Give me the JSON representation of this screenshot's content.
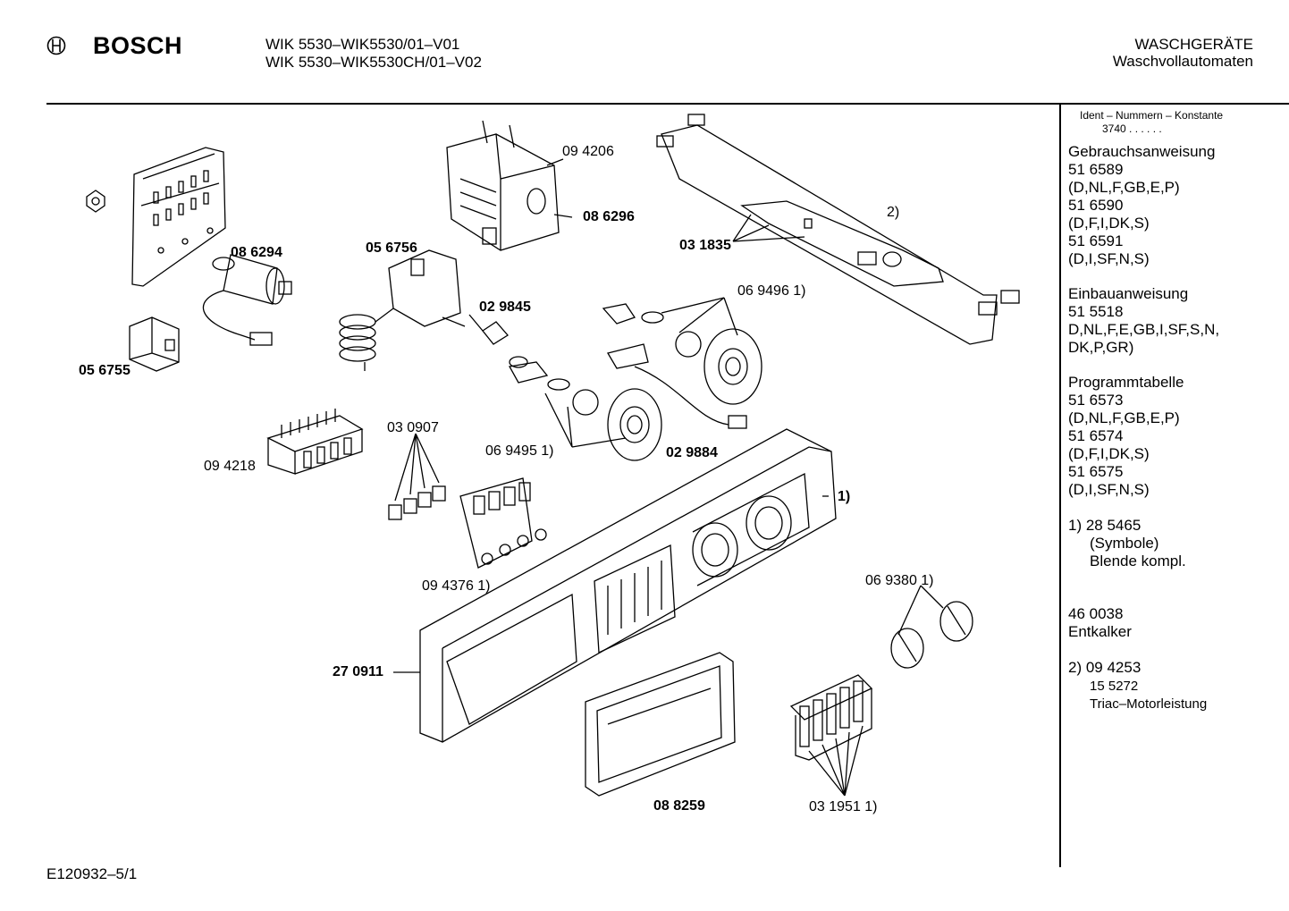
{
  "header": {
    "brand": "BOSCH",
    "model_line_1": "WIK 5530–WIK5530/01–V01",
    "model_line_2": "WIK 5530–WIK5530CH/01–V02",
    "category": "WASCHGERÄTE",
    "subcategory": "Waschvollautomaten"
  },
  "parts": [
    {
      "id": "08_6294",
      "text": "08 6294"
    },
    {
      "id": "05_6755",
      "text": "05 6755"
    },
    {
      "id": "05_6756",
      "text": "05 6756"
    },
    {
      "id": "09_4206",
      "text": "09 4206"
    },
    {
      "id": "08_6296",
      "text": "08 6296"
    },
    {
      "id": "03_1835",
      "text": "03 1835"
    },
    {
      "id": "note_2",
      "text": "2)"
    },
    {
      "id": "02_9845",
      "text": "02 9845"
    },
    {
      "id": "06_9496",
      "text": "06 9496 1)"
    },
    {
      "id": "03_0907",
      "text": "03 0907"
    },
    {
      "id": "09_4218",
      "text": "09 4218"
    },
    {
      "id": "06_9495",
      "text": "06 9495 1)"
    },
    {
      "id": "02_9884",
      "text": "02 9884"
    },
    {
      "id": "note_1",
      "text": "1)"
    },
    {
      "id": "09_4376",
      "text": "09 4376 1)"
    },
    {
      "id": "06_9380",
      "text": "06 9380 1)"
    },
    {
      "id": "27_0911",
      "text": "27 0911"
    },
    {
      "id": "08_8259",
      "text": "08 8259"
    },
    {
      "id": "03_1951",
      "text": "03 1951 1)"
    }
  ],
  "sidebar": {
    "ident_title": "Ident – Nummern – Konstante",
    "ident_value": "3740 . . . . . .",
    "lines": [
      "Gebrauchsanweisung",
      "51 6589",
      "(D,NL,F,GB,E,P)",
      "51 6590",
      "(D,F,I,DK,S)",
      "51 6591",
      "(D,I,SF,N,S)",
      "Einbauanweisung",
      "51 5518",
      "D,NL,F,E,GB,I,SF,S,N,",
      "DK,P,GR)",
      "Programmtabelle",
      "51 6573",
      "(D,NL,F,GB,E,P)",
      "51 6574",
      "(D,F,I,DK,S)",
      "51 6575",
      "(D,I,SF,N,S)",
      "1)  28 5465",
      "(Symbole)",
      "Blende kompl.",
      "46 0038",
      "Entkalker",
      "2)  09 4253",
      "15 5272",
      "Triac–Motorleistung"
    ]
  },
  "footer": {
    "drawing_number": "E120932–5/1"
  }
}
